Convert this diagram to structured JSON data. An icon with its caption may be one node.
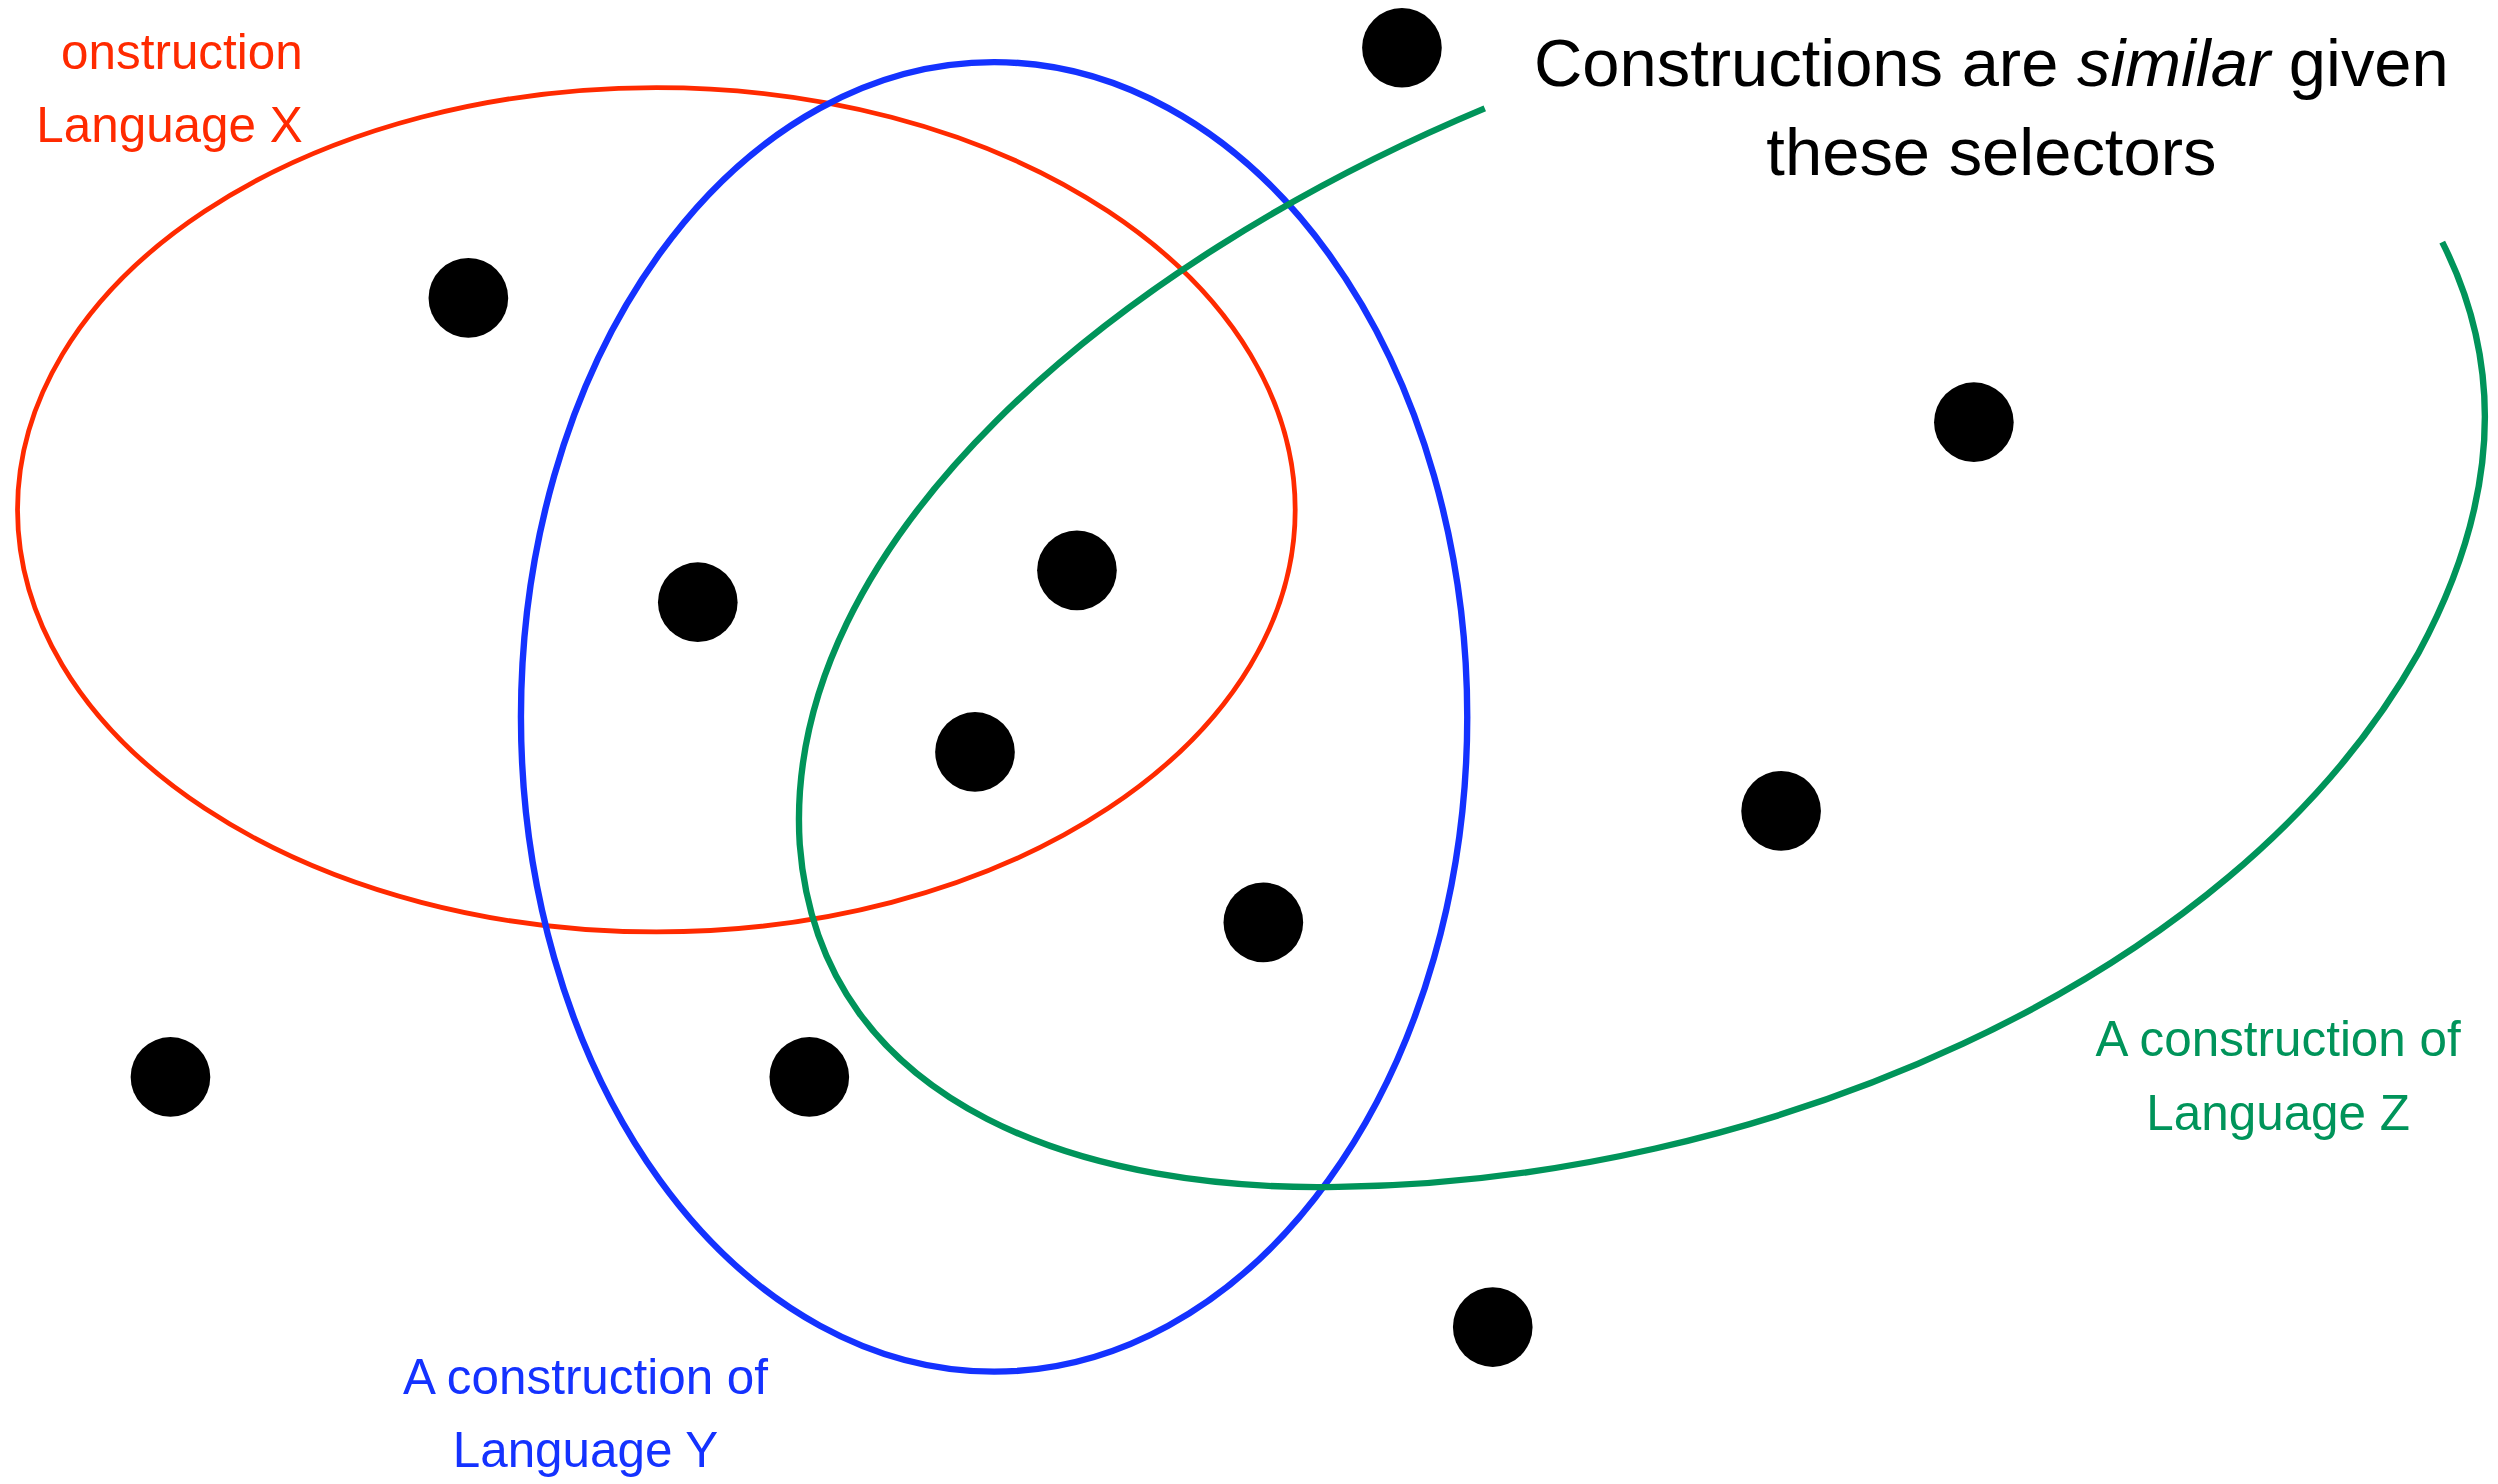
{
  "diagram": {
    "nodes": [
      {
        "text": [
          "onstruction Language X"
        ]
      },
      {
        "text": [
          "A construction of Language Y"
        ]
      },
      {
        "text": [
          "A construction of Language Z"
        ]
      },
      {
        "text": [],
        "shape": "circle"
      },
      {
        "text": [],
        "shape": "circle",
        "in": 0
      },
      {
        "text": [],
        "shape": "circle",
        "in": 2
      },
      {
        "text": [],
        "shape": "circle"
      },
      {
        "text": [],
        "shape": "circle"
      },
      {
        "text": [],
        "shape": "circle"
      },
      {
        "text": [],
        "shape": "circle",
        "in": 2
      },
      {
        "text": [],
        "shape": "circle"
      },
      {
        "text": [],
        "shape": "circle"
      },
      {
        "text": [],
        "shape": "circle",
        "in": 1
      },
      {
        "text": [],
        "shape": "circle"
      }
    ],
    "labels": [
      "Constructions are *similar* given these selectors"
    ]
  }
}
